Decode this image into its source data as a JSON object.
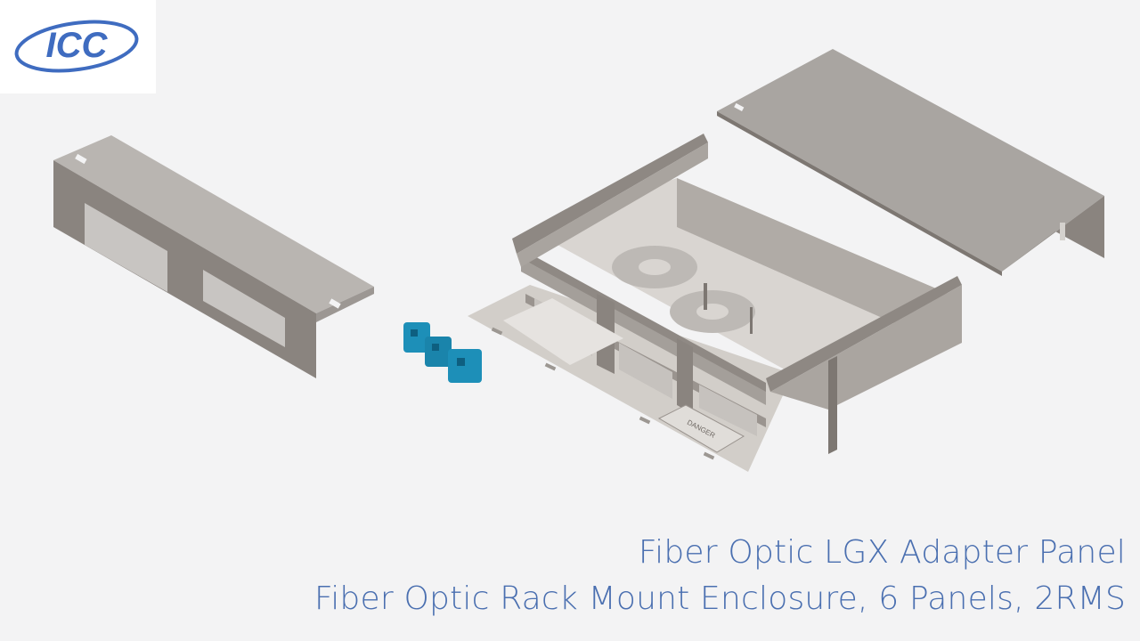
{
  "brand": {
    "logo_text": "ICC",
    "logo_color": "#3f6cc0"
  },
  "illustration": {
    "danger_label": "DANGER"
  },
  "captions": {
    "line1": "Fiber Optic LGX Adapter Panel",
    "line2": "Fiber Optic Rack Mount Enclosure, 6 Panels, 2RMS",
    "color": "#4a6fb0"
  },
  "colors": {
    "metal_light": "#d8d5d2",
    "metal_mid": "#c9c5c1",
    "metal_dark": "#7d7772",
    "adapter_blue": "#1d8fb8"
  }
}
